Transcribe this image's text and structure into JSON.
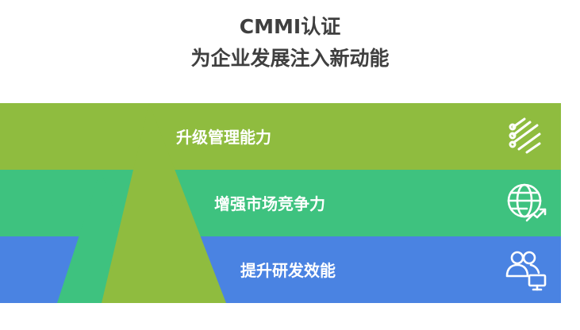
{
  "title": {
    "line1": "CMMI认证",
    "line2": "为企业发展注入新动能"
  },
  "bands": [
    {
      "label": "升级管理能力",
      "icon": "flow-lines-icon",
      "color": "#8fbc3f"
    },
    {
      "label": "增强市场竞争力",
      "icon": "globe-growth-icon",
      "color": "#3ec27f"
    },
    {
      "label": "提升研发效能",
      "icon": "team-computer-icon",
      "color": "#4a83e2"
    }
  ],
  "colors": {
    "title": "#3f3f3f",
    "triangle_small": "#4a83e2",
    "triangle_medium": "#3ec27f",
    "triangle_large": "#8fbc3f"
  }
}
